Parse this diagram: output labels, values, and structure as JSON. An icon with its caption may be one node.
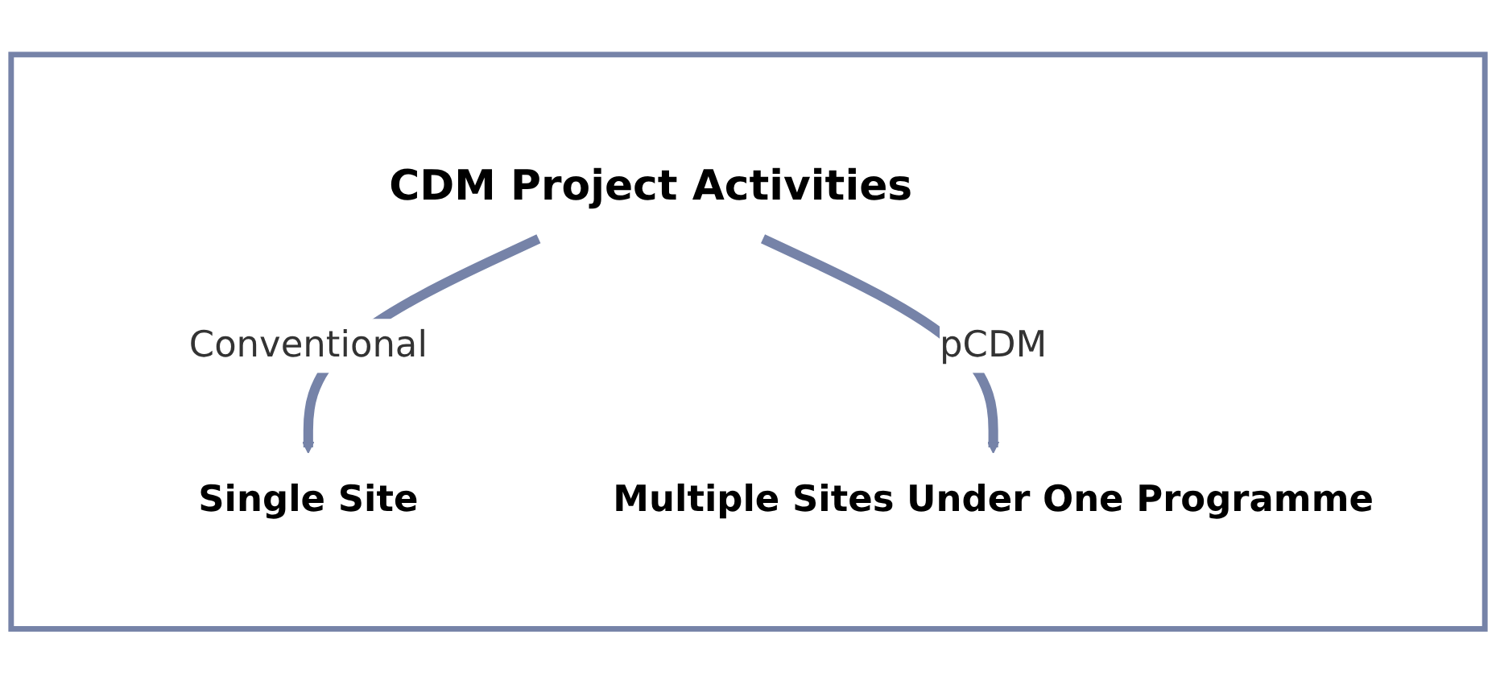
{
  "diagram": {
    "nodes": [
      {
        "text": [],
        "shape": "box"
      },
      {
        "text": [
          "CDM Project Activities"
        ],
        "in": 0
      },
      {
        "text": [
          "Single Site"
        ],
        "in": 0
      },
      {
        "text": [
          "Multiple Sites Under One Programme"
        ],
        "in": 0
      }
    ],
    "edges": [
      {
        "from": 1,
        "to": 2,
        "arrow": "to",
        "label": "Conventional"
      },
      {
        "from": 1,
        "to": 3,
        "arrow": "to",
        "label": "pCDM"
      }
    ]
  }
}
